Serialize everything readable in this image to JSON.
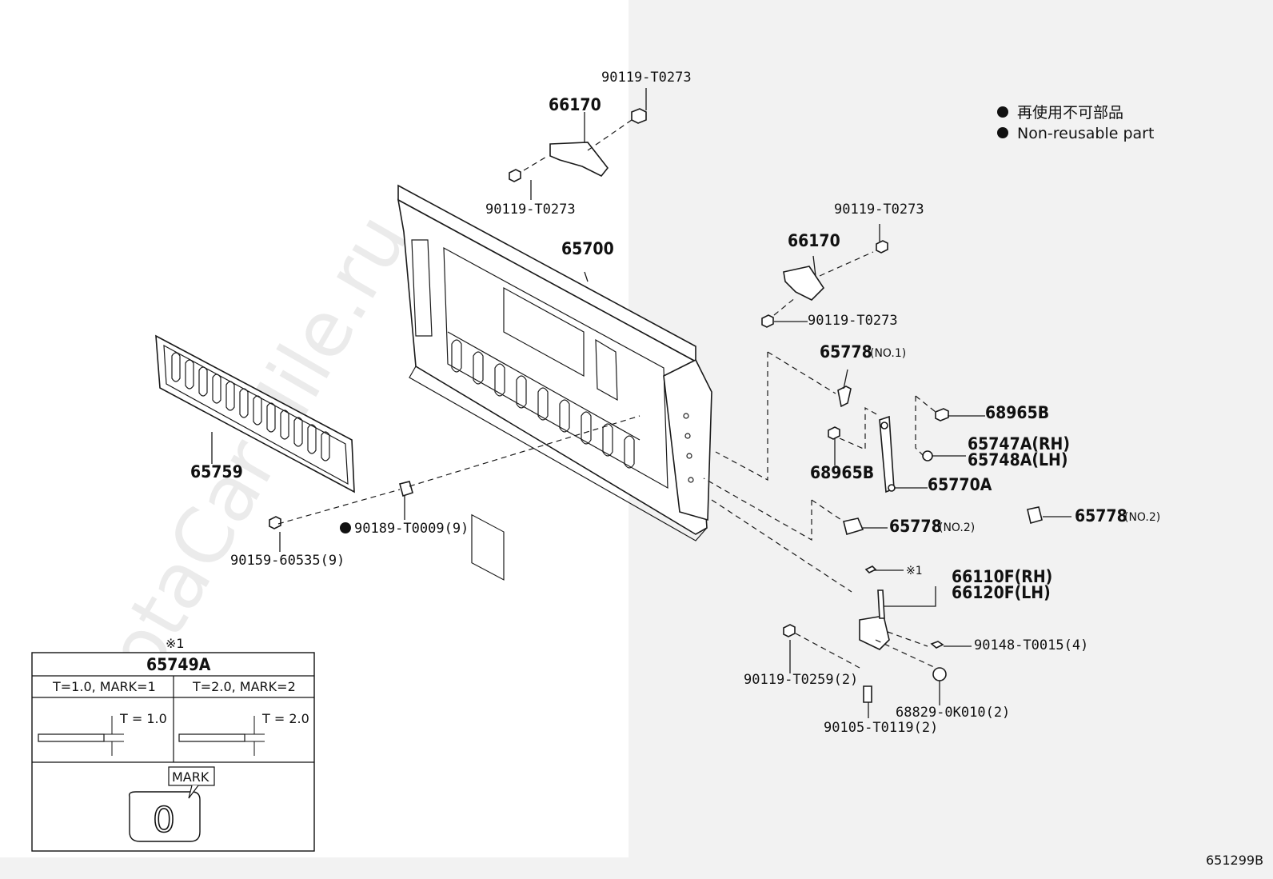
{
  "watermark": "ToyotaCarMile.ru",
  "legend": {
    "jp": "再使用不可部品",
    "en": "Non-reusable part"
  },
  "diagram_code": "651299B",
  "parts": {
    "p65700": "65700",
    "p65759": "65759",
    "p66170_top": "66170",
    "p66170_right": "66170",
    "b_top_1": "90119-T0273",
    "b_top_2": "90119-T0273",
    "b_right_1": "90119-T0273",
    "b_right_2": "90119-T0273",
    "p65778_no1": "65778",
    "p65778_no1_suffix": "(NO.1)",
    "p68965b_a": "68965B",
    "p68965b_b": "68965B",
    "p65747a": "65747A(RH)",
    "p65748a": "65748A(LH)",
    "p65770a": "65770A",
    "p65778_no2_a": "65778",
    "p65778_no2_a_suffix": "(NO.2)",
    "p65778_no2_b": "65778",
    "p65778_no2_b_suffix": "(NO.2)",
    "p90189": "90189-T0009(9)",
    "p90159": "90159-60535(9)",
    "p66110f": "66110F(RH)",
    "p66120f": "66120F(LH)",
    "ref_x1": "※1",
    "p90148": "90148-T0015(4)",
    "p90119_t0259": "90119-T0259(2)",
    "p68829": "68829-0K010(2)",
    "p90105": "90105-T0119(2)"
  },
  "table": {
    "ref": "※1",
    "title": "65749A",
    "col1_header": "T=1.0, MARK=1",
    "col2_header": "T=2.0, MARK=2",
    "col1_dim": "T = 1.0",
    "col2_dim": "T = 2.0",
    "mark_label": "MARK",
    "mark_glyph": "0"
  }
}
